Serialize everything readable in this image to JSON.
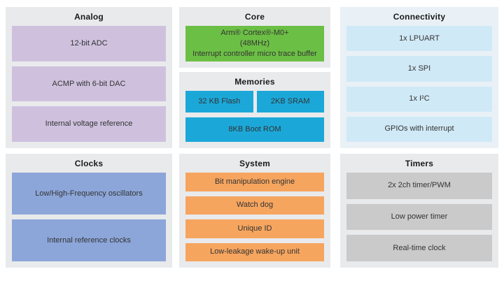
{
  "colors": {
    "page_bg": "#ffffff",
    "panel_bg": "#e9eaec",
    "connectivity_panel_bg": "#e9f1f6",
    "analog_block": "#cfc1de",
    "core_block": "#6cbf45",
    "memory_block": "#1ba8d9",
    "connectivity_block": "#d0e9f6",
    "clocks_block": "#8ca6d9",
    "system_block": "#f6a55f",
    "timers_block": "#c9cac9",
    "block_text": "#333333",
    "header_text": "#1a1a1a"
  },
  "panels": {
    "analog": {
      "title": "Analog",
      "blocks": {
        "adc": "12-bit ADC",
        "acmp": "ACMP with 6-bit DAC",
        "vref": "Internal voltage reference"
      }
    },
    "core": {
      "title": "Core",
      "block": {
        "line1": "Arm® Cortex®-M0+",
        "line2": "(48MHz)",
        "line3": "Interrupt controller micro trace buffer"
      }
    },
    "memories": {
      "title": "Memories",
      "blocks": {
        "flash": "32 KB Flash",
        "sram": "2KB SRAM",
        "bootrom": "8KB Boot ROM"
      }
    },
    "connectivity": {
      "title": "Connectivity",
      "blocks": {
        "lpuart": "1x LPUART",
        "spi": "1x SPI",
        "i2c": "1x I²C",
        "gpio": "GPIOs with interrupt"
      }
    },
    "clocks": {
      "title": "Clocks",
      "blocks": {
        "osc": "Low/High-Frequency oscillators",
        "refclk": "Internal reference clocks"
      }
    },
    "system": {
      "title": "System",
      "blocks": {
        "bme": "Bit manipulation engine",
        "wdog": "Watch dog",
        "uid": "Unique ID",
        "llwu": "Low-leakage wake-up unit"
      }
    },
    "timers": {
      "title": "Timers",
      "blocks": {
        "tpm": "2x 2ch timer/PWM",
        "lptmr": "Low power timer",
        "rtc": "Real-time clock"
      }
    }
  }
}
